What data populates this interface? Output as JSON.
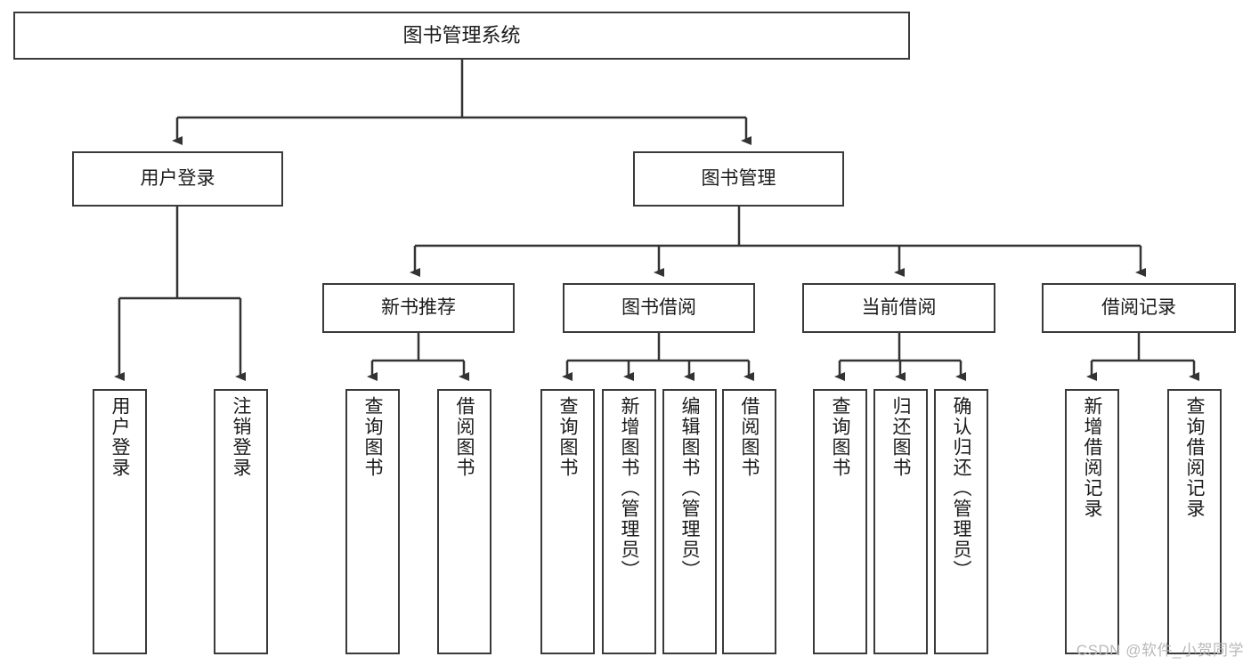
{
  "diagram": {
    "title": "图书管理系统",
    "type": "tree-hierarchy",
    "colors": {
      "box_border": "#3a3a3a",
      "box_fill": "#ffffff",
      "edge": "#333333",
      "text": "#1b1b1b",
      "watermark": "#b9b9b9",
      "background": "#ffffff"
    }
  },
  "nodes": {
    "root": {
      "label": "图书管理系统"
    },
    "level2": [
      {
        "label": "用户登录"
      },
      {
        "label": "图书管理"
      }
    ],
    "level3": [
      {
        "label": "新书推荐"
      },
      {
        "label": "图书借阅"
      },
      {
        "label": "当前借阅"
      },
      {
        "label": "借阅记录"
      }
    ],
    "leaves_user_login": [
      {
        "label": "用户登录"
      },
      {
        "label": "注销登录"
      }
    ],
    "leaves_new_book": [
      {
        "label": "查询图书"
      },
      {
        "label": "借阅图书"
      }
    ],
    "leaves_borrow": [
      {
        "label": "查询图书"
      },
      {
        "label": "新增图书（管理员）"
      },
      {
        "label": "编辑图书（管理员）"
      },
      {
        "label": "借阅图书"
      }
    ],
    "leaves_current": [
      {
        "label": "查询图书"
      },
      {
        "label": "归还图书"
      },
      {
        "label": "确认归还（管理员）"
      }
    ],
    "leaves_record": [
      {
        "label": "新增借阅记录"
      },
      {
        "label": "查询借阅记录"
      }
    ]
  },
  "watermark": {
    "text": "CSDN @软件_小贺同学"
  }
}
